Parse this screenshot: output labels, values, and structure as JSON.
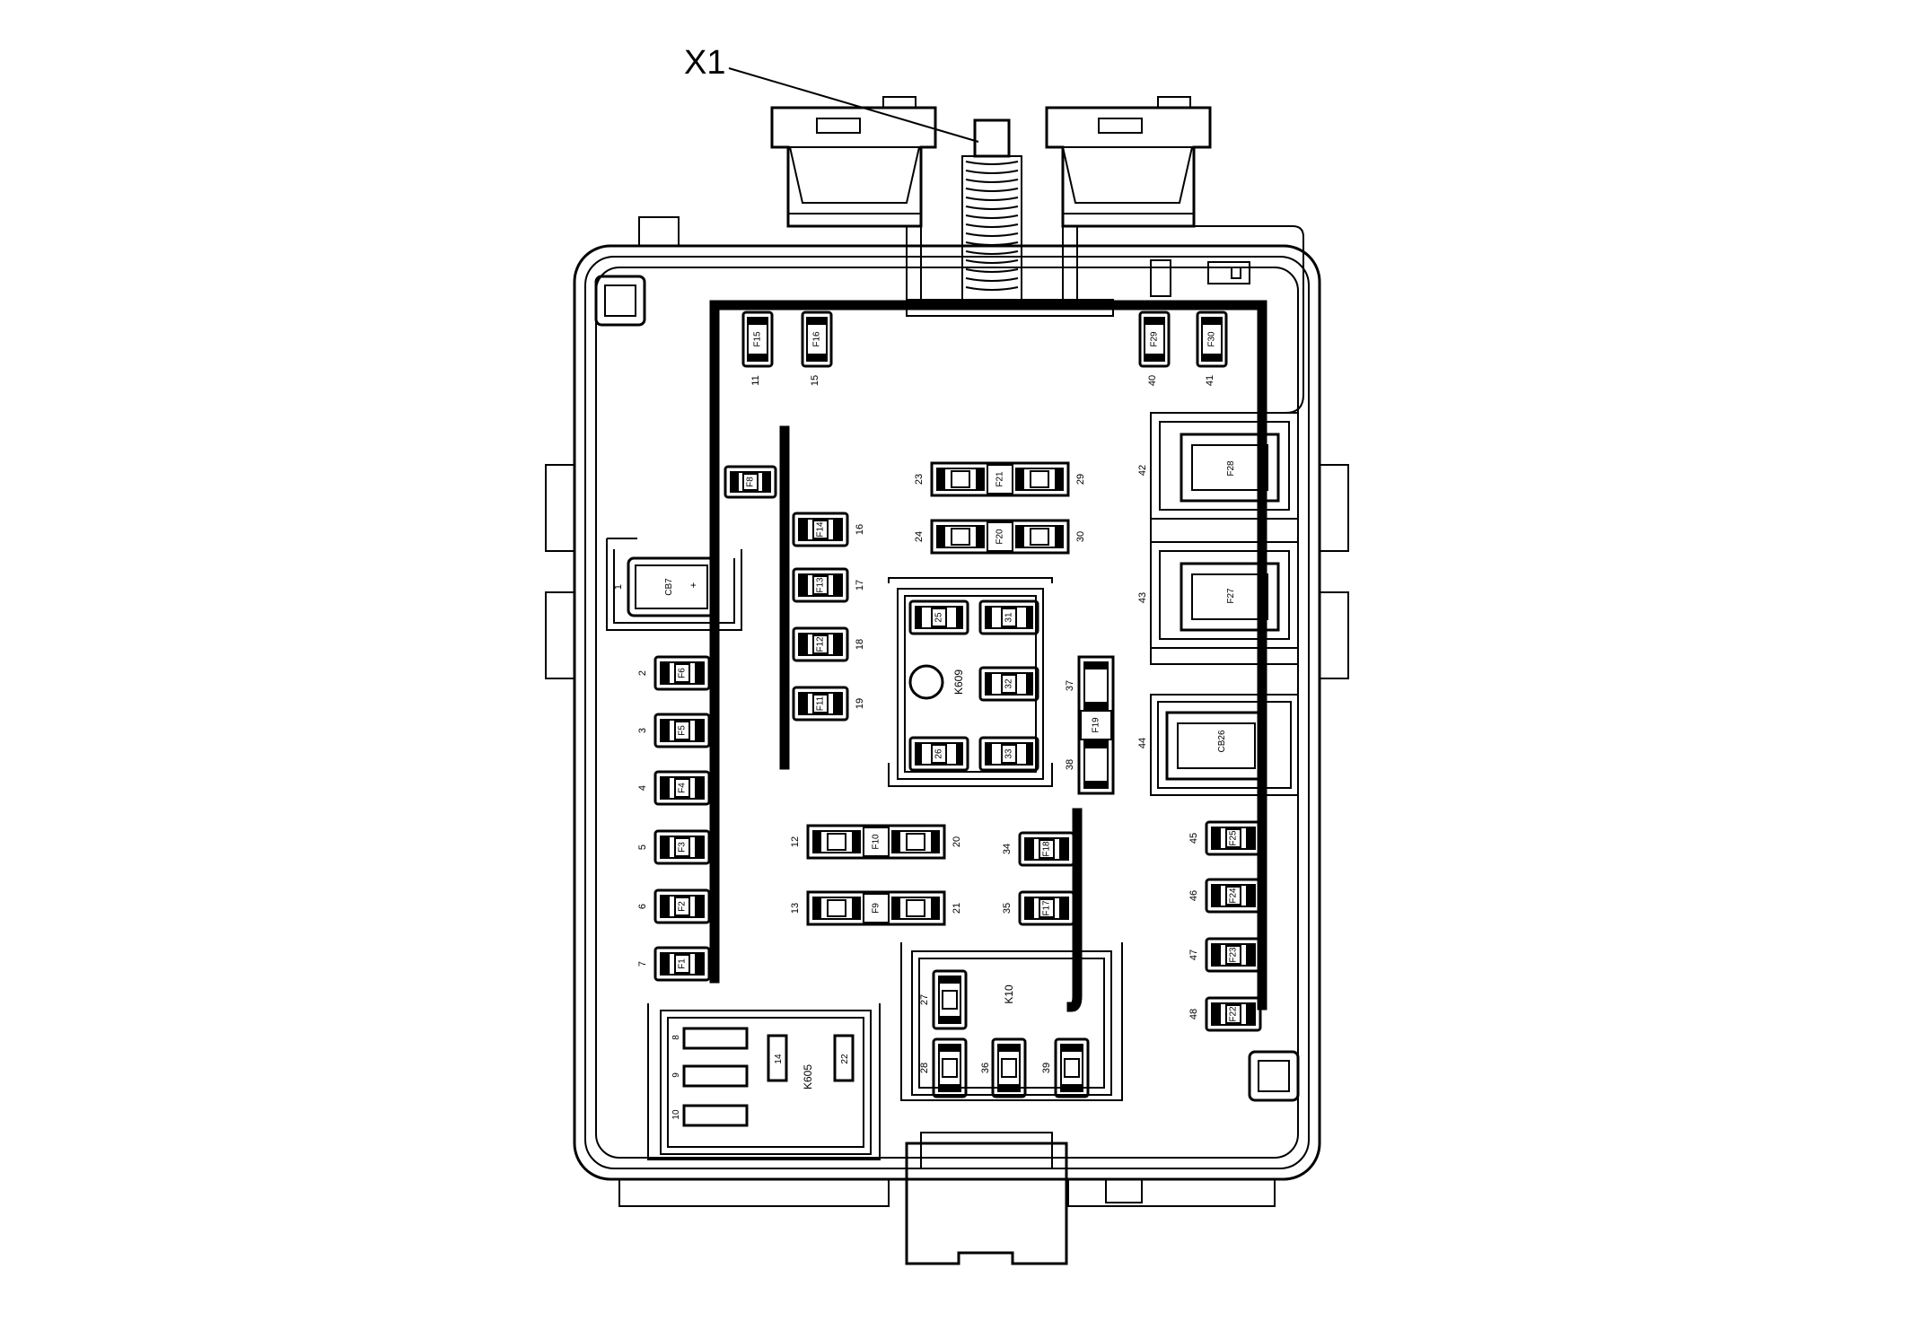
{
  "callout": {
    "label": "X1"
  },
  "fuses": {
    "F15": {
      "label": "F15",
      "pin": "11"
    },
    "F16": {
      "label": "F16",
      "pin": "15"
    },
    "F29": {
      "label": "F29",
      "pin": "40"
    },
    "F30": {
      "label": "F30",
      "pin": "41"
    },
    "F8": {
      "label": "F8"
    },
    "F14": {
      "label": "F14",
      "pin": "16"
    },
    "F13": {
      "label": "F13",
      "pin": "17"
    },
    "F12": {
      "label": "F12",
      "pin": "18"
    },
    "F11": {
      "label": "F11",
      "pin": "19"
    },
    "F6": {
      "label": "F6",
      "pin": "2"
    },
    "F5": {
      "label": "F5",
      "pin": "3"
    },
    "F4": {
      "label": "F4",
      "pin": "4"
    },
    "F3": {
      "label": "F3",
      "pin": "5"
    },
    "F2": {
      "label": "F2",
      "pin": "6"
    },
    "F1": {
      "label": "F1",
      "pin": "7"
    },
    "F21": {
      "label": "F21",
      "pin_left": "23",
      "pin_right": "29"
    },
    "F20": {
      "label": "F20",
      "pin_left": "24",
      "pin_right": "30"
    },
    "F10": {
      "label": "F10",
      "pin_left": "12",
      "pin_right": "20"
    },
    "F9": {
      "label": "F9",
      "pin_left": "13",
      "pin_right": "21"
    },
    "F18": {
      "label": "F18",
      "pin": "34"
    },
    "F17": {
      "label": "F17",
      "pin": "35"
    },
    "F19": {
      "label": "F19",
      "pin_top": "37",
      "pin_bottom": "38"
    },
    "F28": {
      "label": "F28",
      "pin": "42"
    },
    "F27": {
      "label": "F27",
      "pin": "43"
    },
    "F25": {
      "label": "F25",
      "pin": "45"
    },
    "F24": {
      "label": "F24",
      "pin": "46"
    },
    "F23": {
      "label": "F23",
      "pin": "47"
    },
    "F22": {
      "label": "F22",
      "pin": "48"
    }
  },
  "breakers": {
    "CB7": {
      "label": "CB7",
      "pin": "1",
      "plus": "+"
    },
    "CB26": {
      "label": "CB26",
      "pin": "44"
    }
  },
  "relays": {
    "K609": {
      "label": "K609",
      "pins": [
        "25",
        "31",
        "32",
        "26",
        "33"
      ]
    },
    "K10": {
      "label": "K10",
      "pins": [
        "27",
        "28",
        "36",
        "39"
      ]
    },
    "K605": {
      "label": "K605",
      "pins": [
        "8",
        "9",
        "10",
        "14",
        "22"
      ]
    }
  }
}
